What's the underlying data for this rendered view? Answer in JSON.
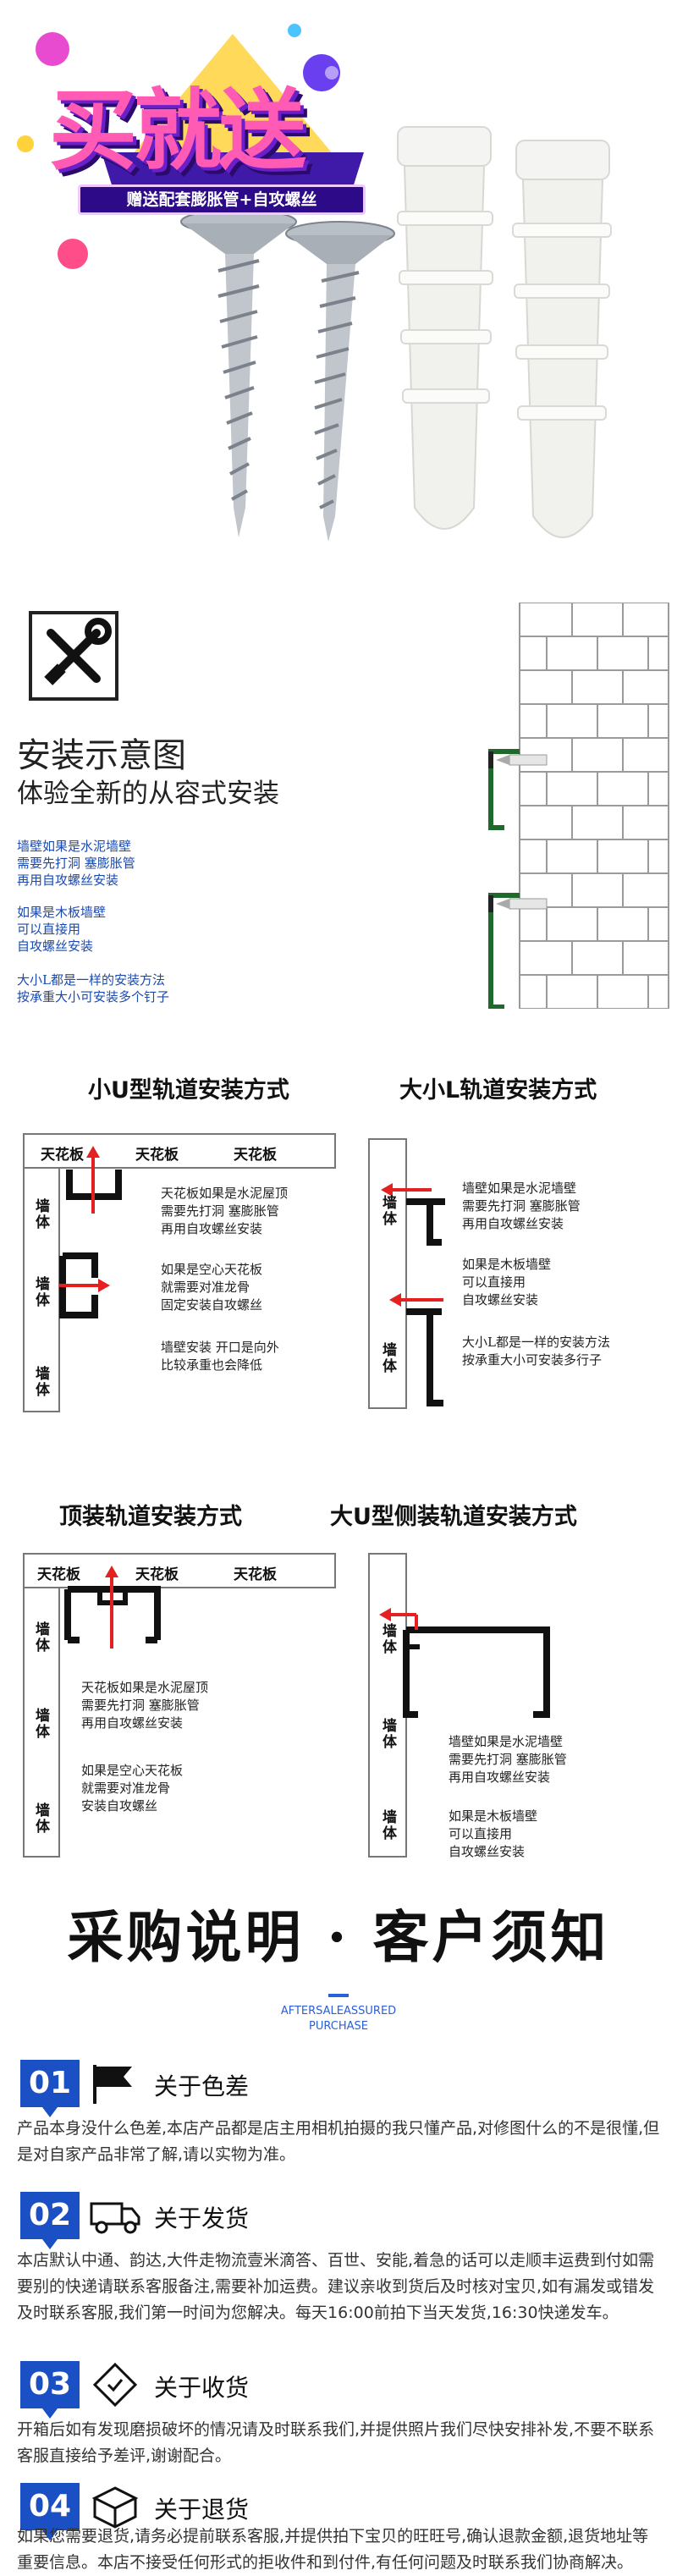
{
  "hero": {
    "promo_title": "买就送",
    "promo_ribbon": "赠送配套膨胀管+自攻螺丝"
  },
  "install": {
    "title": "安装示意图",
    "subtitle": "体验全新的从容式安装",
    "notes": [
      "墙壁如果是水泥墙壁",
      "需要先打洞 塞膨胀管",
      "再用自攻螺丝安装",
      "如果是木板墙壁",
      "可以直接用",
      "自攻螺丝安装",
      "大小L都是一样的安装方法",
      "按承重大小可安装多个钉子"
    ]
  },
  "rails": {
    "small_u": {
      "title": "小U型轨道安装方式",
      "ceiling": [
        "天花板",
        "天花板",
        "天花板"
      ],
      "wall": [
        "墙体",
        "墙体",
        "墙体"
      ],
      "notes": [
        "天花板如果是水泥屋顶",
        "需要先打洞 塞膨胀管",
        "再用自攻螺丝安装",
        "如果是空心天花板",
        "就需要对准龙骨",
        "固定安装自攻螺丝",
        "墙壁安装 开口是向外",
        "比较承重也会降低"
      ]
    },
    "big_small_l": {
      "title": "大小L轨道安装方式",
      "wall": [
        "墙体",
        "墙体"
      ],
      "notes": [
        "墙壁如果是水泥墙壁",
        "需要先打洞 塞膨胀管",
        "再用自攻螺丝安装",
        "如果是木板墙壁",
        "可以直接用",
        "自攻螺丝安装",
        "大小L都是一样的安装方法",
        "按承重大小可安装多行子"
      ]
    },
    "top": {
      "title": "顶装轨道安装方式",
      "ceiling": [
        "天花板",
        "天花板",
        "天花板"
      ],
      "wall": [
        "墙体",
        "墙体",
        "墙体"
      ],
      "notes": [
        "天花板如果是水泥屋顶",
        "需要先打洞 塞膨胀管",
        "再用自攻螺丝安装",
        "如果是空心天花板",
        "就需要对准龙骨",
        "安装自攻螺丝"
      ]
    },
    "big_u": {
      "title": "大U型侧装轨道安装方式",
      "wall": [
        "墙体",
        "墙体",
        "墙体"
      ],
      "notes": [
        "墙壁如果是水泥墙壁",
        "需要先打洞 塞膨胀管",
        "再用自攻螺丝安装",
        "如果是木板墙壁",
        "可以直接用",
        "自攻螺丝安装"
      ]
    }
  },
  "notice": {
    "title": "采购说明 · 客户须知",
    "after_tag_1": "AFTERSALEASSURED",
    "after_tag_2": "PURCHASE",
    "items": [
      {
        "num": "01",
        "icon": "flag-icon",
        "heading": "关于色差",
        "text": "产品本身没什么色差,本店产品都是店主用相机拍摄的我只懂产品,对修图什么的不是很懂,但是对自家产品非常了解,请以实物为准。"
      },
      {
        "num": "02",
        "icon": "truck-icon",
        "heading": "关于发货",
        "text": "本店默认中通、韵达,大件走物流壹米滴答、百世、安能,着急的话可以走顺丰运费到付如需要别的快递请联系客服备注,需要补加运费。建议亲收到货后及时核对宝贝,如有漏发或错发及时联系客服,我们第一时间为您解决。每天16:00前拍下当天发货,16:30快递发车。"
      },
      {
        "num": "03",
        "icon": "package-sign-icon",
        "heading": "关于收货",
        "text": "开箱后如有发现磨损破坏的情况请及时联系我们,并提供照片我们尽快安排补发,不要不联系客服直接给予差评,谢谢配合。"
      },
      {
        "num": "04",
        "icon": "return-box-icon",
        "heading": "关于退货",
        "text": "如果您需要退货,请务必提前联系客服,并提供拍下宝贝的旺旺号,确认退款金额,退货地址等重要信息。本店不接受任何形式的拒收件和到付件,有任何问题及时联系我们协商解决。"
      }
    ]
  }
}
